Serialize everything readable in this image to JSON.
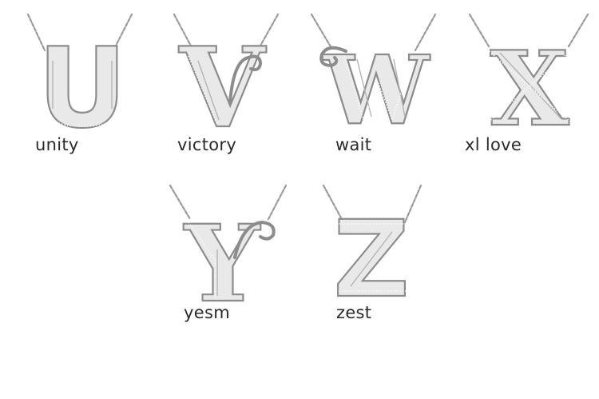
{
  "pendants": [
    {
      "letter": "U",
      "caption": "unity"
    },
    {
      "letter": "V",
      "caption": "victory"
    },
    {
      "letter": "W",
      "caption": "wait"
    },
    {
      "letter": "X",
      "caption": "xl love"
    },
    {
      "letter": "Y",
      "caption": "yesm"
    },
    {
      "letter": "Z",
      "caption": "zest"
    }
  ]
}
